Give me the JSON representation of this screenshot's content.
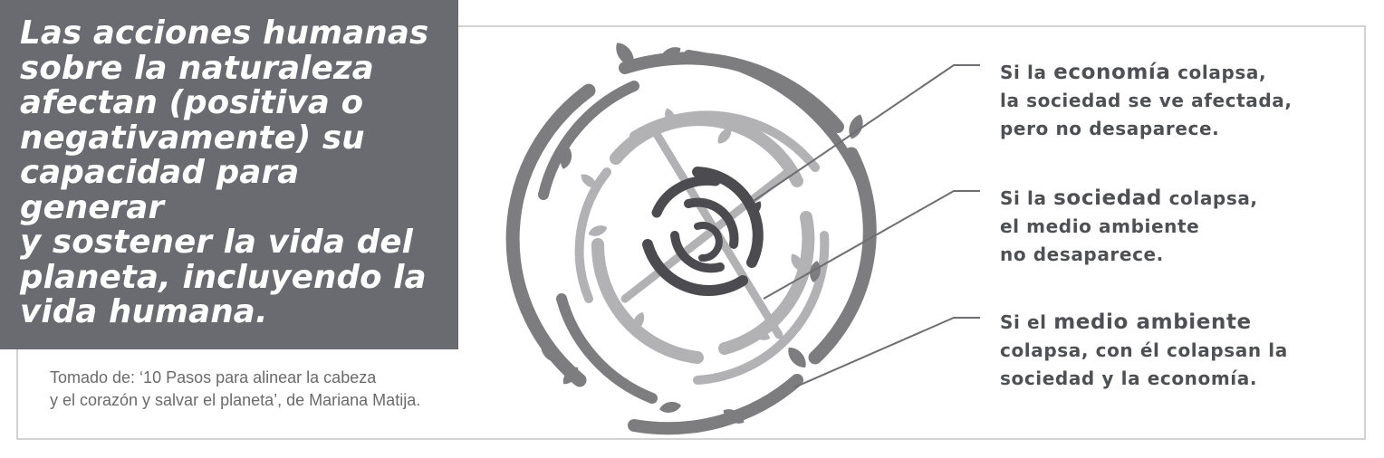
{
  "quote": {
    "lines": [
      "Las acciones humanas",
      "sobre la naturaleza",
      "afectan (positiva o",
      "negativamente) su",
      "capacidad para generar",
      "y sostener la vida del",
      "planeta, incluyendo la",
      "vida humana."
    ]
  },
  "source": {
    "line1": "Tomado de: ‘10 Pasos para alinear la cabeza",
    "line2": "y el corazón y salvar el planeta’, de Mariana Matija."
  },
  "notes": {
    "economy": {
      "line1_pre": "Si la ",
      "line1_key": "economía",
      "line1_post": " colapsa,",
      "line2": "la sociedad se ve afectada,",
      "line3": "pero no desaparece."
    },
    "society": {
      "line1_pre": "Si la ",
      "line1_key": "sociedad",
      "line1_post": " colapsa,",
      "line2": "el medio ambiente",
      "line3": "no desaparece."
    },
    "environment": {
      "line1_pre": "Si el ",
      "line1_key": "medio ambiente",
      "line2": "colapsa, con él colapsan la",
      "line3": "sociedad y la economía."
    }
  },
  "colors": {
    "quote_bg": "#6a6b70",
    "outer_ring": "#7d7d80",
    "middle_ring": "#b2b2b5",
    "inner_ring": "#4c4c50",
    "text": "#4f5054",
    "frame": "#d2d2d2"
  },
  "icons": [
    "leaf-icon"
  ]
}
